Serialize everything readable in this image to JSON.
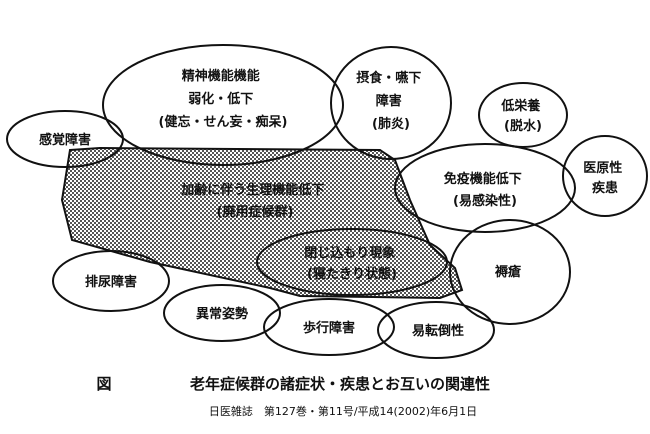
{
  "nodes": {
    "sensory": {
      "lines": [
        "感覚障害"
      ]
    },
    "mental": {
      "lines": [
        "精神機能機能",
        "弱化・低下",
        "(健忘・せん妄・痴呆)"
      ]
    },
    "swallow": {
      "lines": [
        "摂食・嚥下",
        "障害",
        "(肺炎)"
      ]
    },
    "malnutrition": {
      "lines": [
        "低栄養",
        "(脱水)"
      ]
    },
    "iatrogenic": {
      "lines": [
        "医原性",
        "疾患"
      ]
    },
    "aging": {
      "lines": [
        "加齢に伴う生理機能低下",
        "(廃用症候群)"
      ]
    },
    "immune": {
      "lines": [
        "免疫機能低下",
        "(易感染性)"
      ]
    },
    "confinement": {
      "lines": [
        "閉じ込もり現象",
        "(寝たきり状態)"
      ]
    },
    "pressure": {
      "lines": [
        "褥瘡"
      ]
    },
    "urination": {
      "lines": [
        "排尿障害"
      ]
    },
    "posture": {
      "lines": [
        "異常姿勢"
      ]
    },
    "gait": {
      "lines": [
        "歩行障害"
      ]
    },
    "falls": {
      "lines": [
        "易転倒性"
      ]
    }
  },
  "caption": {
    "figure_label": "図",
    "title": "老年症候群の諸症状・疾患とお互いの関連性",
    "source": "日医雑誌　第127巻・第11号/平成14(2002)年6月1日"
  },
  "colors": {
    "line": "#111111",
    "hatch": "#555555",
    "background": "#ffffff"
  }
}
